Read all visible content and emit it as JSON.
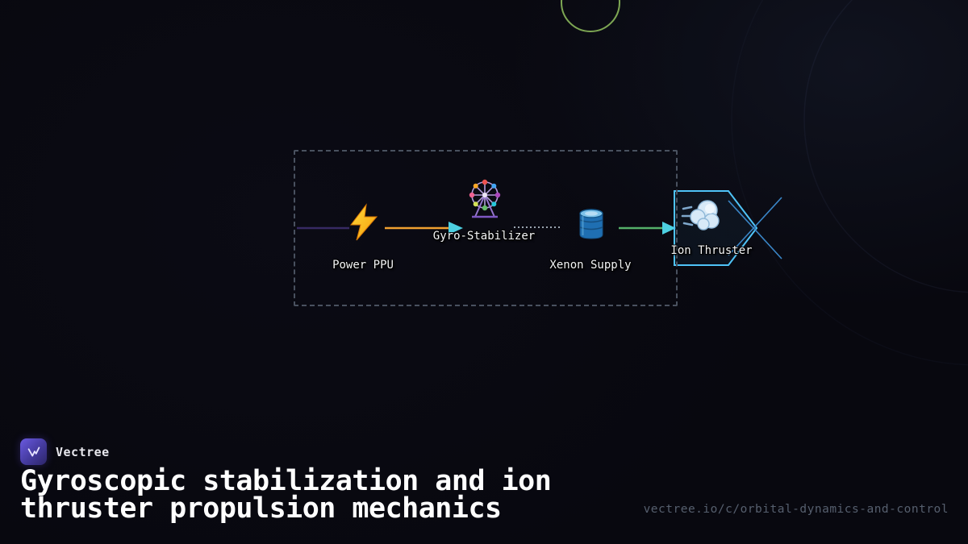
{
  "brand": {
    "name": "Vectree"
  },
  "title": {
    "line1": "Gyroscopic stabilization and ion",
    "line2": "thruster propulsion mechanics"
  },
  "footer": {
    "url": "vectree.io/c/orbital-dynamics-and-control"
  },
  "decor": {
    "top_circle_color": "#7da653",
    "arc_color": "rgba(86,100,150,0.10)"
  },
  "diagram": {
    "nodes": [
      {
        "id": "power-ppu",
        "label": "Power PPU",
        "icon": "lightning-bolt-icon"
      },
      {
        "id": "gyro-stabilizer",
        "label": "Gyro-Stabilizer",
        "icon": "ferris-wheel-icon"
      },
      {
        "id": "xenon-supply",
        "label": "Xenon Supply",
        "icon": "oil-drum-icon"
      },
      {
        "id": "ion-thruster",
        "label": "Ion Thruster",
        "icon": "wind-gust-icon"
      }
    ],
    "edges": [
      {
        "from": "input",
        "to": "power-ppu",
        "style": "solid",
        "color": "#372a63"
      },
      {
        "from": "power-ppu",
        "to": "gyro-stabilizer",
        "style": "solid",
        "color": "#f0a030",
        "arrowhead": "#4dd0e1"
      },
      {
        "from": "gyro-stabilizer",
        "to": "xenon-supply",
        "style": "dotted",
        "color": "#9aa4b0"
      },
      {
        "from": "xenon-supply",
        "to": "ion-thruster",
        "style": "solid",
        "color": "#55b069",
        "arrowhead": "#4dd0e1"
      }
    ],
    "thruster_outline_color": "#4fc3f7",
    "thruster_exhaust_color": "#3a86c8"
  }
}
